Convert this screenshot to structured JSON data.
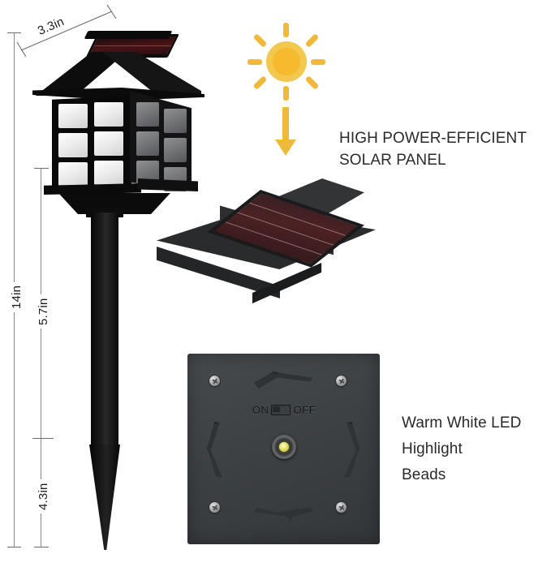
{
  "image": {
    "subject": "solar garden lantern pathway light infographic",
    "background_color": "#ffffff"
  },
  "dimensions": {
    "width_label": "3.3in",
    "total_height_label": "14in",
    "lantern_height_label": "5.7in",
    "stake_height_label": "4.3in",
    "line_color": "#8a8a8a"
  },
  "callouts": {
    "solar_panel": {
      "line1": "HIGH POWER-EFFICIENT",
      "line2": "SOLAR PANEL"
    },
    "led": {
      "line1": "Warm White LED",
      "line2": "Highlight",
      "line3": "Beads"
    }
  },
  "sun_icon": {
    "name": "sun-icon",
    "ray_count": 8,
    "color": "#f0b93c",
    "core_color": "#f7b92e",
    "arrow_color": "#efb93c"
  },
  "bottom_panel": {
    "switch": {
      "on_label": "ON",
      "off_label": "OFF"
    },
    "screw_count": 4,
    "vent_count": 4,
    "panel_color": "#3f4245",
    "led_color": "#e8e46a"
  },
  "solar_module": {
    "cell_color": "#4c2124",
    "housing_color": "#2d2e30",
    "grid_line_count": 3
  },
  "lantern": {
    "body_color": "#090909",
    "pane_color": "#ffffff",
    "solar_cell_color": "#4a1316",
    "front_pane_rows": 3,
    "front_pane_cols": 2
  }
}
